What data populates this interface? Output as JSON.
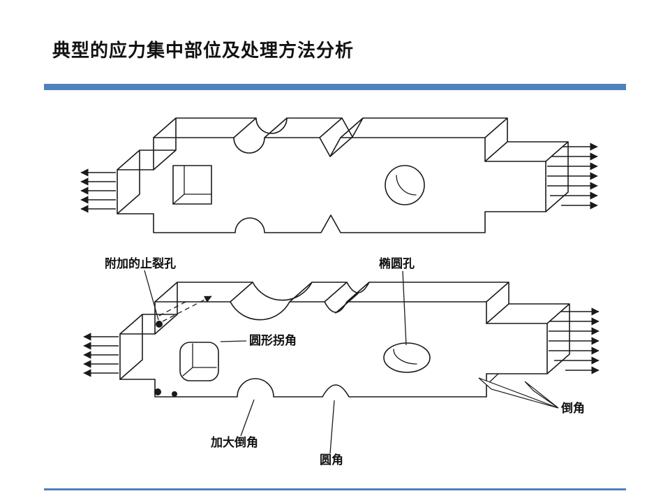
{
  "slide": {
    "title": "典型的应力集中部位及处理方法分析",
    "accent_color": "#4f81bd",
    "background_color": "#ffffff",
    "drawing_color": "#1a1a1a"
  },
  "diagram": {
    "labels": {
      "crack_stop_holes": "附加的止裂孔",
      "elliptical_hole": "椭圆孔",
      "rounded_corner": "圆形拐角",
      "enlarged_chamfer": "加大倒角",
      "fillet": "圆角",
      "chamfer": "倒角"
    }
  }
}
